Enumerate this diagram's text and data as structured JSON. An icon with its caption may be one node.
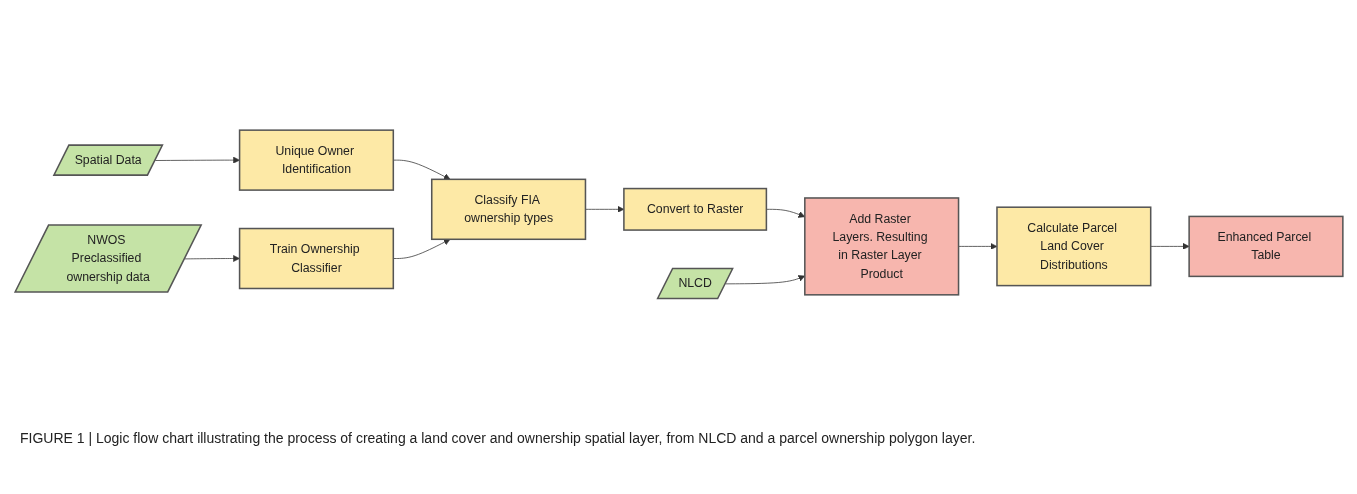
{
  "diagram": {
    "caption": "FIGURE 1 | Logic flow chart illustrating the process of creating a land cover and ownership spatial layer, from NLCD and a parcel ownership polygon layer.",
    "nodes": [
      {
        "text": [
          "Spatial Data"
        ]
      },
      {
        "text": [
          "Unique Owner Identification"
        ]
      },
      {
        "text": [
          "NWOS Preclassified ownership data"
        ]
      },
      {
        "text": [
          "Train Ownership Classifier"
        ]
      },
      {
        "text": [
          "Classify FIA ownership types"
        ]
      },
      {
        "text": [
          "Convert to Raster"
        ]
      },
      {
        "text": [
          "NLCD"
        ]
      },
      {
        "text": [
          "Add Raster Layers. Resulting in Raster Layer Product"
        ]
      },
      {
        "text": [
          "Calculate Parcel Land Cover Distributions"
        ]
      },
      {
        "text": [
          "Enhanced Parcel Table"
        ]
      }
    ],
    "edges": [
      {
        "from": 0,
        "to": 1,
        "arrow": "to"
      },
      {
        "from": 1,
        "to": 4,
        "arrow": "to"
      },
      {
        "from": 2,
        "to": 3,
        "arrow": "to"
      },
      {
        "from": 3,
        "to": 4,
        "arrow": "to"
      },
      {
        "from": 4,
        "to": 5,
        "arrow": "to"
      },
      {
        "from": 5,
        "to": 7,
        "arrow": "to"
      },
      {
        "from": 6,
        "to": 7,
        "arrow": "to"
      },
      {
        "from": 7,
        "to": 8,
        "arrow": "to"
      },
      {
        "from": 8,
        "to": 9,
        "arrow": "to"
      }
    ]
  }
}
